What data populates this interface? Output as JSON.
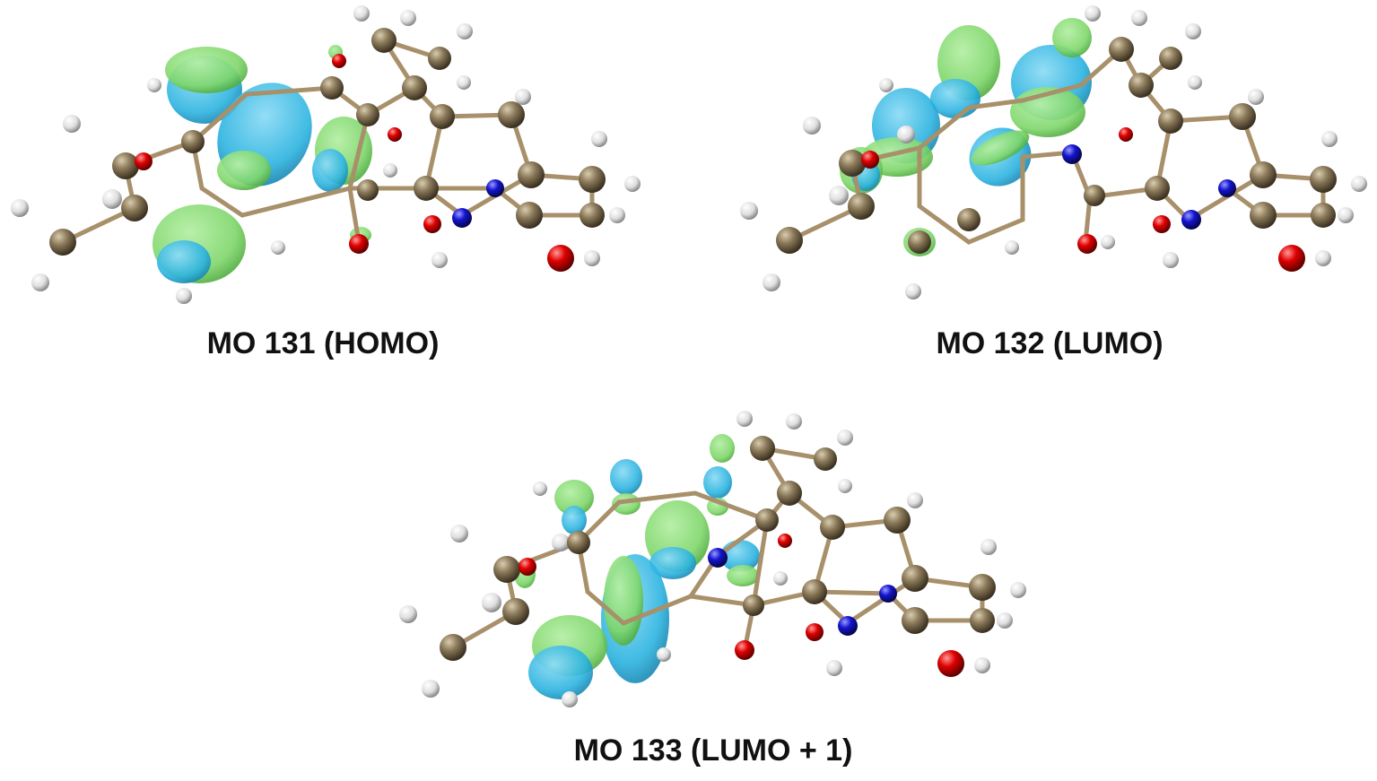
{
  "figure": {
    "panels": [
      {
        "id": "homo",
        "caption": "MO 131 (HOMO)"
      },
      {
        "id": "lumo",
        "caption": "MO 132 (LUMO)"
      },
      {
        "id": "lumo1",
        "caption": "MO 133 (LUMO + 1)"
      }
    ]
  },
  "colors": {
    "lobe_positive": "#7ed66a",
    "lobe_negative": "#2bb3e0",
    "carbon": "#8b7a5a",
    "hydrogen": "#e8e8e8",
    "oxygen": "#d80000",
    "nitrogen": "#1010c8",
    "bond": "#a8906a"
  }
}
